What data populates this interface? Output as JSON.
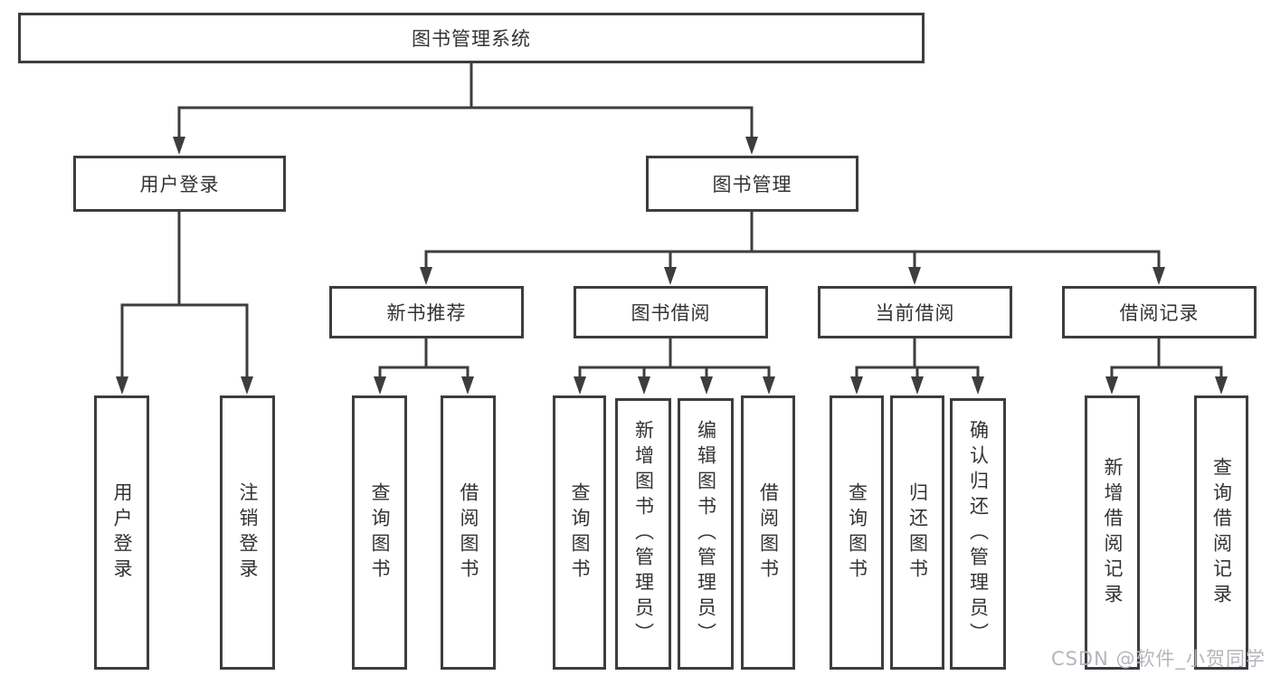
{
  "diagram": {
    "type": "hierarchy-tree",
    "tree": {
      "label": "图书管理系统",
      "children": [
        {
          "label": "用户登录",
          "children": [
            {
              "label": "用户登录"
            },
            {
              "label": "注销登录"
            }
          ]
        },
        {
          "label": "图书管理",
          "children": [
            {
              "label": "新书推荐",
              "children": [
                {
                  "label": "查询图书"
                },
                {
                  "label": "借阅图书"
                }
              ]
            },
            {
              "label": "图书借阅",
              "children": [
                {
                  "label": "查询图书"
                },
                {
                  "label": "新增图书（管理员）"
                },
                {
                  "label": "编辑图书（管理员）"
                },
                {
                  "label": "借阅图书"
                }
              ]
            },
            {
              "label": "当前借阅",
              "children": [
                {
                  "label": "查询图书"
                },
                {
                  "label": "归还图书"
                },
                {
                  "label": "确认归还（管理员）"
                }
              ]
            },
            {
              "label": "借阅记录",
              "children": [
                {
                  "label": "新增借阅记录"
                },
                {
                  "label": "查询借阅记录"
                }
              ]
            }
          ]
        }
      ]
    }
  },
  "watermark": {
    "text": "CSDN @软件_小贺同学"
  },
  "colors": {
    "background": "#ffffff",
    "line": "#3d3d3d",
    "box_border": "#3d3d3d",
    "text": "#333333",
    "watermark": "#b3b6bd"
  }
}
